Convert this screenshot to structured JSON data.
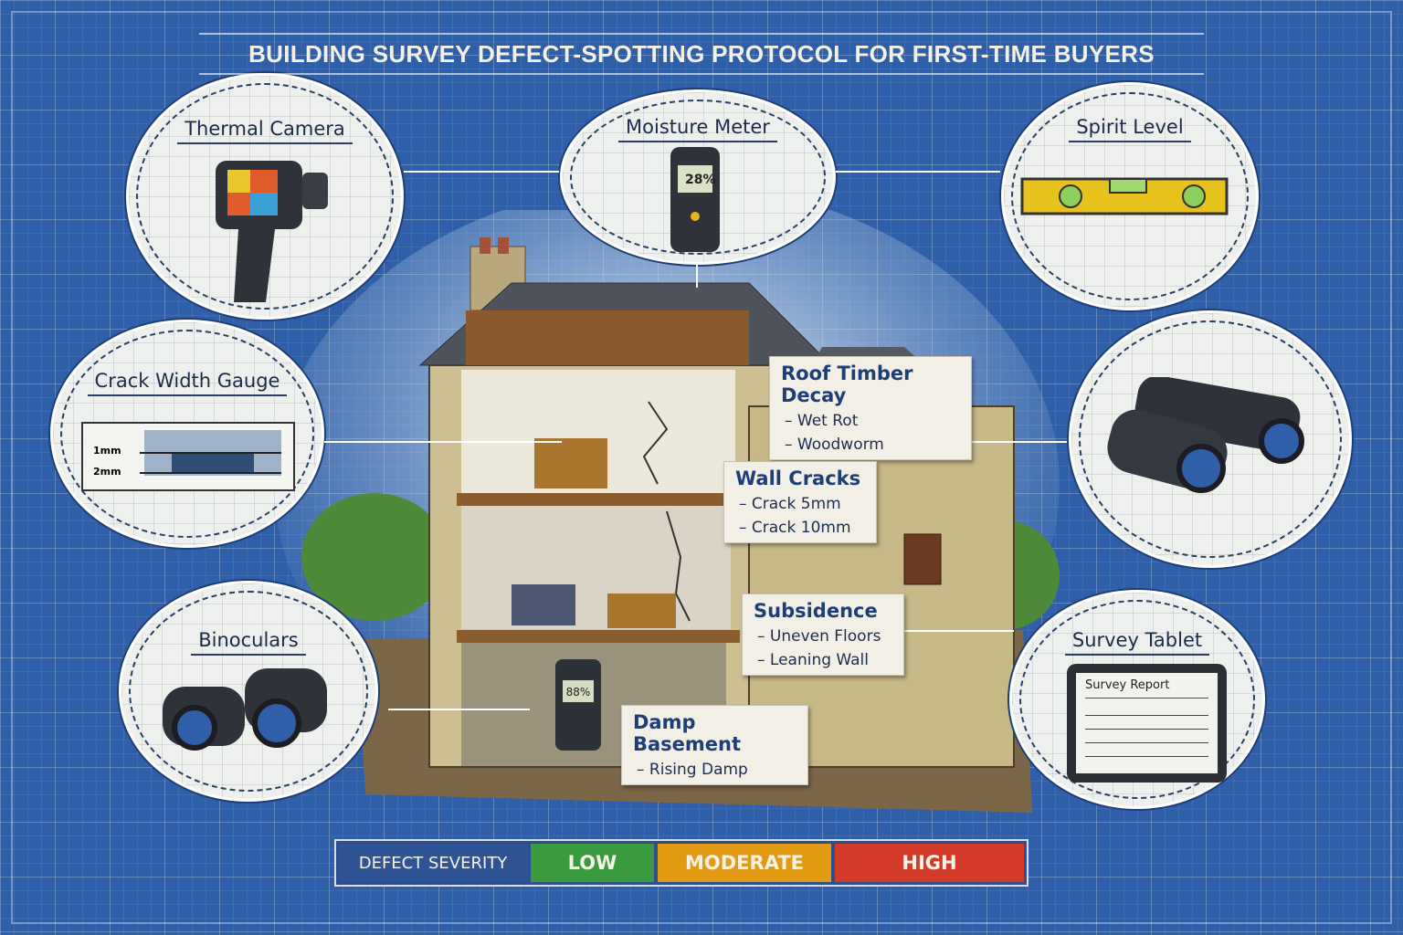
{
  "title": "BUILDING SURVEY DEFECT-SPOTTING PROTOCOL FOR FIRST-TIME BUYERS",
  "tools": {
    "thermal_camera": "Thermal Camera",
    "moisture_meter": {
      "label": "Moisture Meter",
      "reading": "28%"
    },
    "spirit_level": "Spirit Level",
    "crack_gauge": {
      "label": "Crack Width Gauge",
      "marks": [
        "1mm",
        "2mm"
      ]
    },
    "binoculars_left": "Binoculars",
    "survey_tablet": {
      "label": "Survey Tablet",
      "screen_title": "Survey Report"
    }
  },
  "basement_meter_reading": "88%",
  "defects": [
    {
      "title": "Roof Timber Decay",
      "items": [
        "– Wet Rot",
        "– Woodworm"
      ]
    },
    {
      "title": "Wall Cracks",
      "items": [
        "– Crack 5mm",
        "– Crack 10mm"
      ]
    },
    {
      "title": "Subsidence",
      "items": [
        "– Uneven Floors",
        "– Leaning Wall"
      ]
    },
    {
      "title": "Damp Basement",
      "items": [
        "– Rising Damp"
      ]
    }
  ],
  "legend": {
    "label": "DEFECT SEVERITY",
    "levels": [
      {
        "name": "LOW",
        "color": "#3a9a3e"
      },
      {
        "name": "MODERATE",
        "color": "#e29a12"
      },
      {
        "name": "HIGH",
        "color": "#d33a2a"
      }
    ],
    "label_color": "#2f5496"
  }
}
